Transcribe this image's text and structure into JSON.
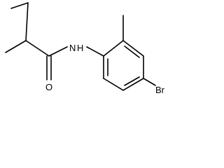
{
  "molecule": {
    "atoms": {
      "nitrogen": "N",
      "hydrogen": "H",
      "oxygen": "O",
      "bromine": "Br"
    },
    "colors": {
      "bond": "#000000",
      "label": "#000000",
      "background": "#ffffff"
    }
  }
}
